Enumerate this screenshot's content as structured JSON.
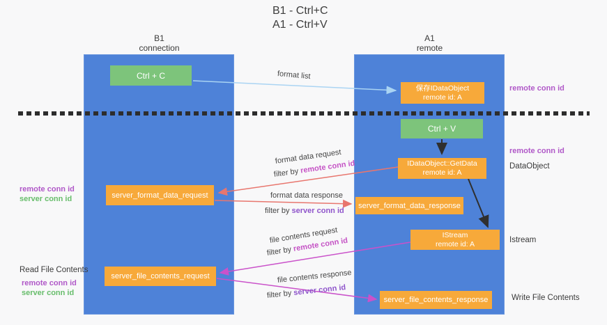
{
  "title": {
    "line1": "B1 - Ctrl+C",
    "line2": "A1 - Ctrl+V"
  },
  "lanes": {
    "left": {
      "name": "B1",
      "subtitle": "connection"
    },
    "right": {
      "name": "A1",
      "subtitle": "remote"
    }
  },
  "boxes": {
    "ctrl_c": {
      "label": "Ctrl + C"
    },
    "ctrl_v": {
      "label": "Ctrl + V"
    },
    "save_dataobject": {
      "line1": "保存IDataObject",
      "line2": "remote id: A"
    },
    "getdata": {
      "line1": "IDataObject::GetData",
      "line2": "remote id: A"
    },
    "istream": {
      "line1": "IStream",
      "line2": "remote id: A"
    },
    "server_format_data_request": {
      "label": "server_format_data_request"
    },
    "server_format_data_response": {
      "label": "server_format_data_response"
    },
    "server_file_contents_request": {
      "label": "server_file_contents_request"
    },
    "server_file_contents_response": {
      "label": "server_file_contents_response"
    }
  },
  "flow_labels": {
    "format_list": "format list",
    "format_data_request": "format data request",
    "format_data_response": "format data response",
    "file_contents_request": "file contents request",
    "file_contents_response": "file contents response",
    "filter_by": "filter by",
    "remote_conn_id": "remote conn id",
    "server_conn_id": "server conn id"
  },
  "side_labels": {
    "remote_conn_id": "remote conn id",
    "server_conn_id": "server conn id",
    "dataobject": "DataObject",
    "istream": "Istream",
    "read_file_contents": "Read File Contents",
    "write_file_contents": "Write File Contents"
  },
  "colors": {
    "lane_blue": "#4e82d8",
    "box_orange": "#f7a93a",
    "box_green": "#7dc47b",
    "arrow_salmon": "#e8766e",
    "arrow_magenta": "#ca52ca",
    "arrow_lightblue": "#aad4f3",
    "arrow_black": "#2f2f2f",
    "label_remote_magenta": "#c553c5",
    "label_server_purple": "#8f55cb",
    "side_remote_purple": "#b058c8",
    "side_server_green": "#67bd6b"
  }
}
